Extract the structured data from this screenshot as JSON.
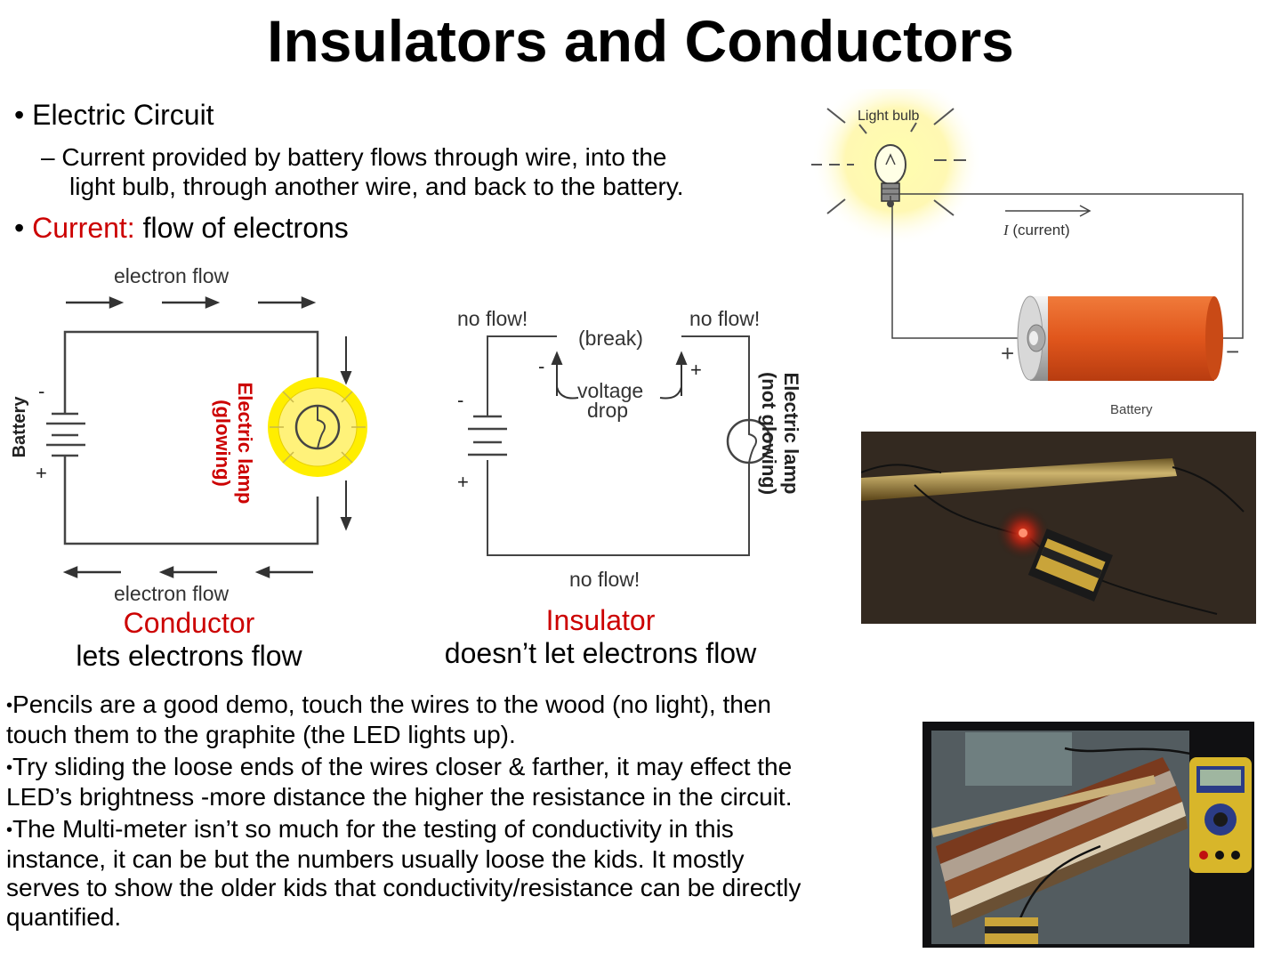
{
  "slide": {
    "title": "Insulators and Conductors",
    "bullets": {
      "electric_circuit": "Electric Circuit",
      "sub_line1": "Current provided by battery flows through wire, into the",
      "sub_line2": "light bulb, through another wire, and back to the battery.",
      "current_label": "Current:",
      "current_text": " flow of electrons"
    },
    "conductor_caption": {
      "title": "Conductor",
      "text": "lets electrons flow"
    },
    "insulator_caption": {
      "title": "Insulator",
      "text": "doesn’t let electrons flow"
    },
    "notes": [
      {
        "line1": "Pencils are a good demo, touch the wires to the wood (no light), then",
        "line2": "touch them to the graphite (the LED lights up)."
      },
      {
        "line1": "Try sliding the loose ends of the wires closer & farther, it may effect the",
        "line2": "LED’s brightness -more distance the higher the resistance in the circuit."
      },
      {
        "line1": "The Multi-meter isn’t so much for the testing of conductivity in this",
        "line2": "instance, it can be but the numbers usually loose the kids.  It mostly",
        "line3": "serves to show the older kids that conductivity/resistance can be directly",
        "line4": "quantified."
      }
    ]
  },
  "conductor_diagram": {
    "electron_flow_top": "electron flow",
    "electron_flow_bottom": "electron flow",
    "battery": "Battery",
    "minus": "-",
    "plus": "+",
    "lamp_line1": "Electric lamp",
    "lamp_line2": "(glowing)"
  },
  "insulator_diagram": {
    "no_flow_left": "no flow!",
    "no_flow_right": "no flow!",
    "no_flow_bottom": "no flow!",
    "break": "(break)",
    "voltage": "voltage",
    "drop": "drop",
    "minus_gap": "-",
    "plus_gap": "+",
    "minus_batt": "-",
    "plus_batt": "+",
    "lamp_line1": "Electric lamp",
    "lamp_line2": "(not glowing)"
  },
  "bulb_diagram": {
    "light_bulb": "Light bulb",
    "current_symbol": "I",
    "current_text": " (current)",
    "plus": "+",
    "minus": "−",
    "battery": "Battery"
  },
  "colors": {
    "accent_red": "#cc0000",
    "lamp_glow": "#ffee00",
    "battery_orange": "#e0561c"
  }
}
